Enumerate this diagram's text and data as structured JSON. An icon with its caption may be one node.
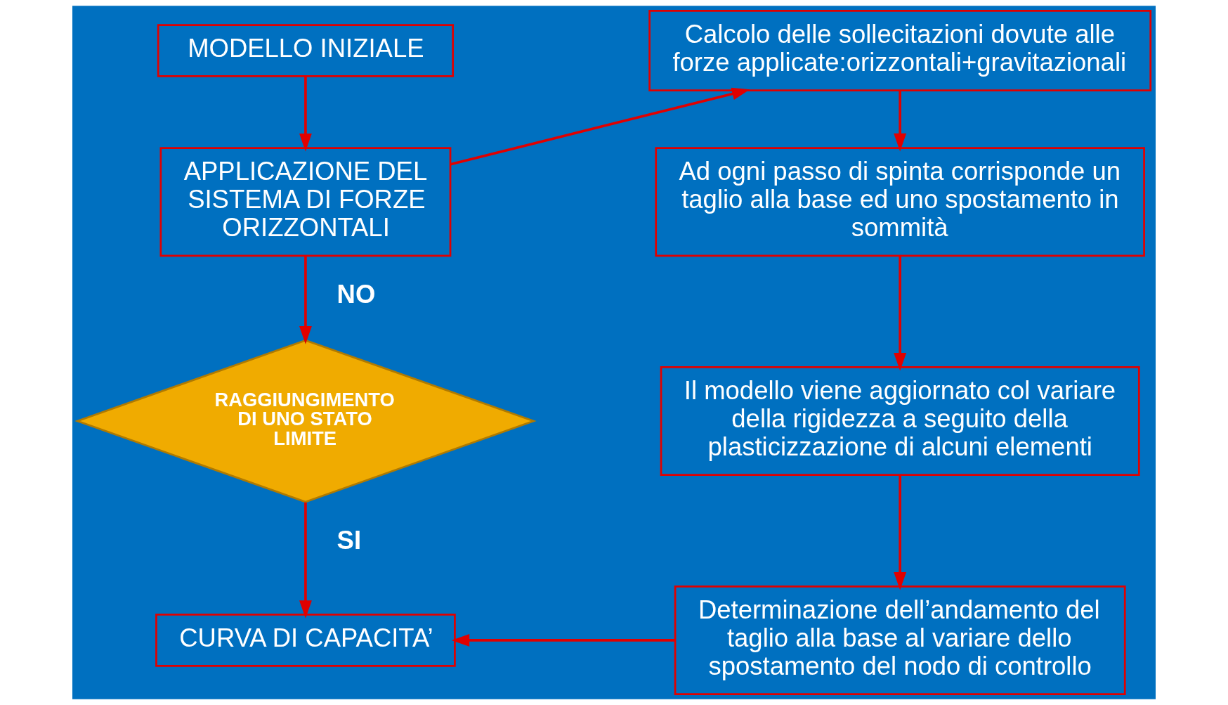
{
  "diagram": {
    "nodes": [
      {
        "text": [
          "MODELLO INIZIALE"
        ]
      },
      {
        "text": [
          "APPLICAZIONE DEL SISTEMA DI FORZE ORIZZONTALI"
        ]
      },
      {
        "text": [
          "RAGGIUNGIMENTO DI UNO STATO LIMITE"
        ]
      },
      {
        "text": [
          "CURVA DI CAPACITA’"
        ]
      },
      {
        "text": [
          "Calcolo delle sollecitazioni dovute alle forze applicate:orizzontali+gravitazionali"
        ]
      },
      {
        "text": [
          "Ad ogni passo di spinta corrisponde un taglio alla base ed uno spostamento in sommità"
        ]
      },
      {
        "text": [
          "Il modello viene aggiornato col variare della rigidezza a seguito della plasticizzazione di alcuni elementi"
        ]
      },
      {
        "text": [
          "Determinazione dell’andamento del taglio alla base al variare dello spostamento del nodo di controllo"
        ]
      }
    ],
    "edges": [
      {
        "from": 0,
        "to": 1,
        "arrow": "to"
      },
      {
        "from": 1,
        "to": 4,
        "arrow": "to"
      },
      {
        "from": 1,
        "to": 2,
        "arrow": "to",
        "label": "NO"
      },
      {
        "from": 2,
        "to": 3,
        "arrow": "to",
        "label": "SI"
      },
      {
        "from": 4,
        "to": 5,
        "arrow": "to"
      },
      {
        "from": 5,
        "to": 6,
        "arrow": "to"
      },
      {
        "from": 6,
        "to": 7,
        "arrow": "to"
      },
      {
        "from": 7,
        "to": 3,
        "arrow": "to"
      }
    ]
  }
}
